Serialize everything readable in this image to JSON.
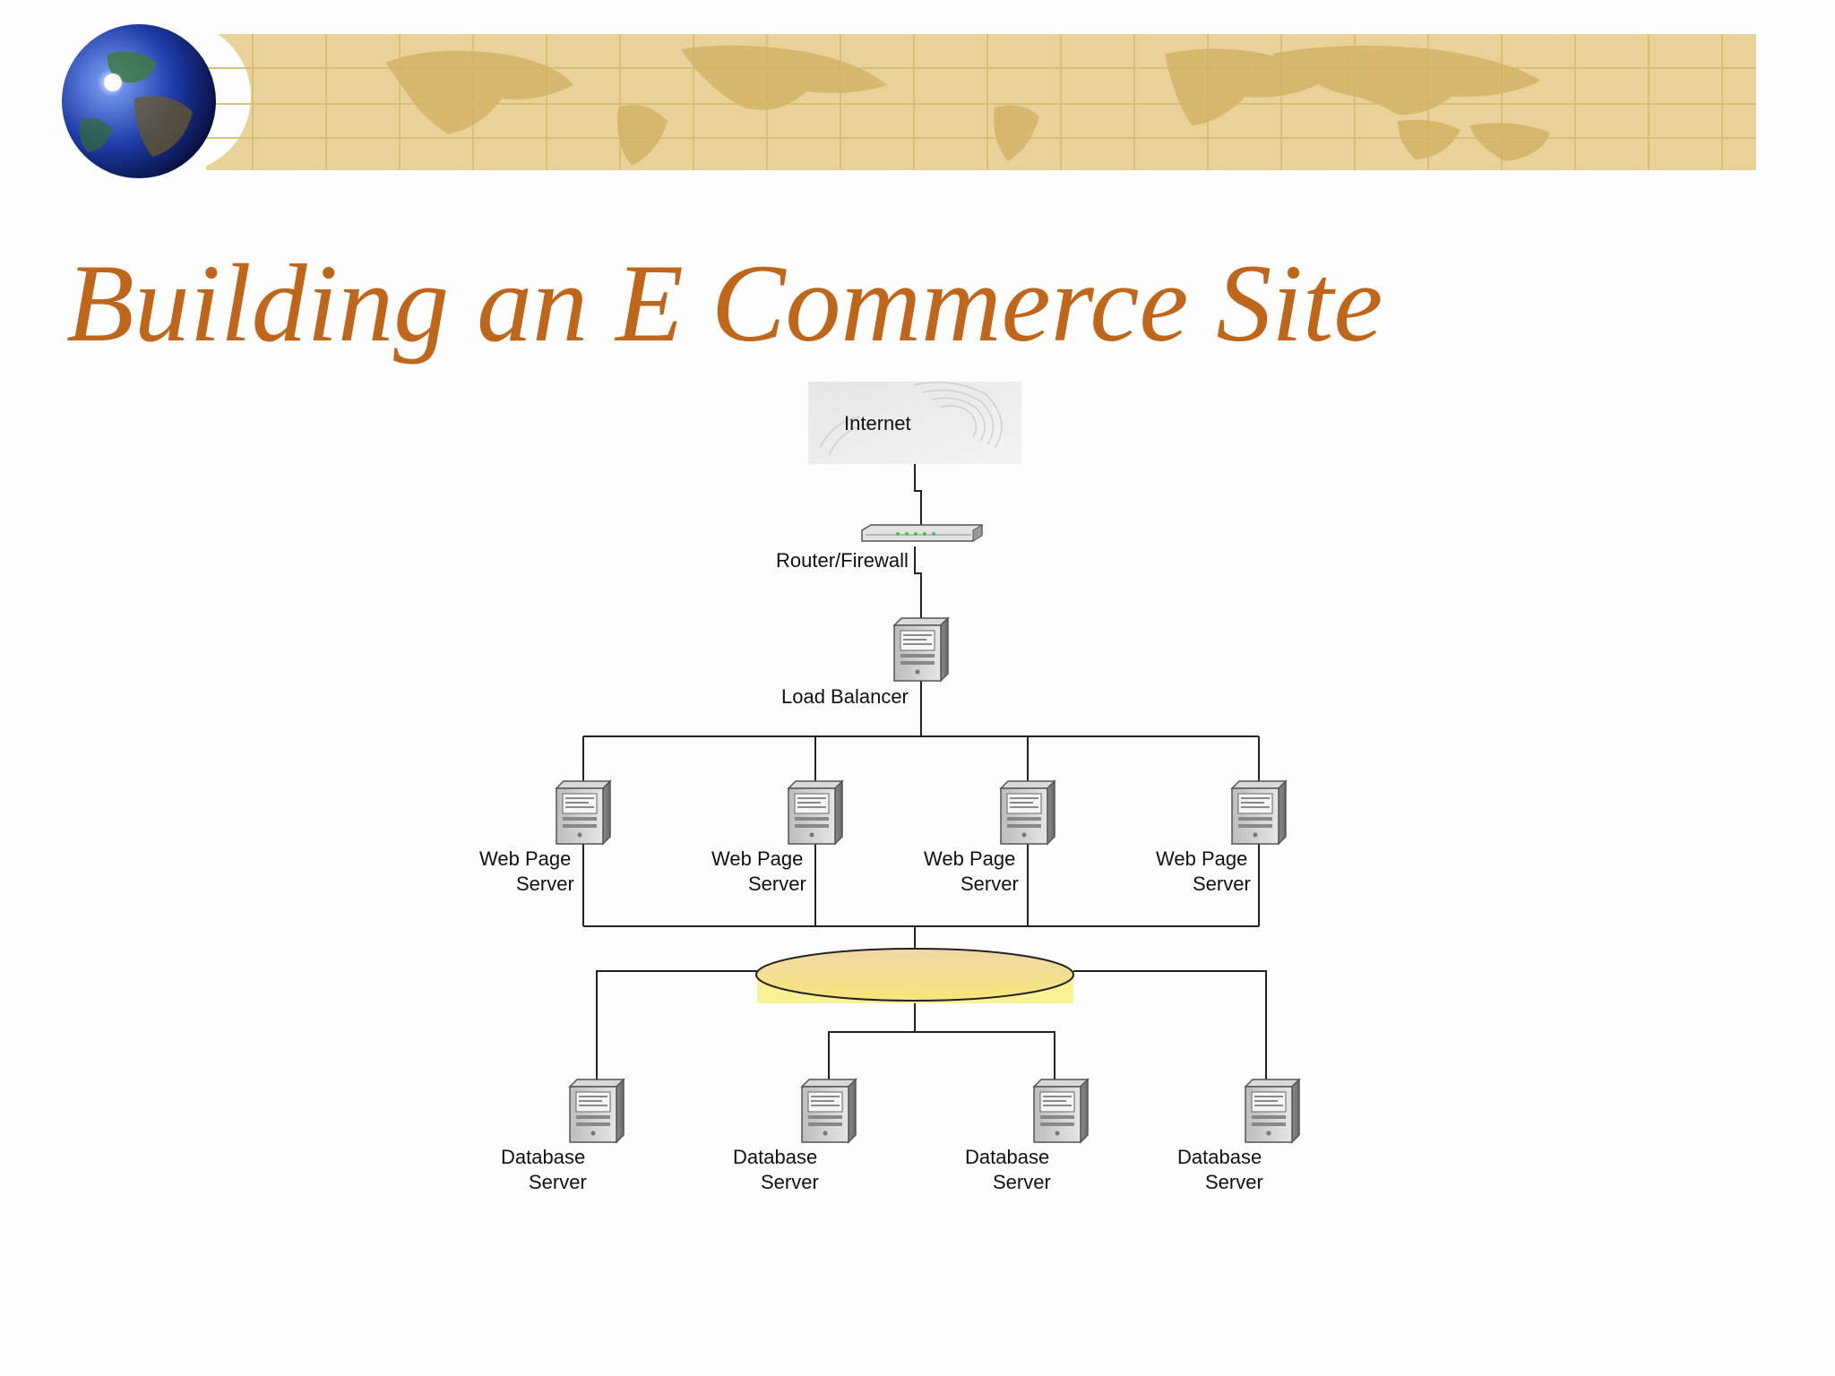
{
  "slide": {
    "title": "Building an E Commerce Site"
  },
  "colors": {
    "title": "#c0661a",
    "banner": "#e8d299",
    "ellipse": "#f2dc9a",
    "line": "#222222"
  },
  "diagram": {
    "internet_label": "Internet",
    "router_label": "Router/Firewall",
    "load_balancer_label": "Load Balancer",
    "web_servers": [
      {
        "line1": "Web Page",
        "line2": "Server"
      },
      {
        "line1": "Web Page",
        "line2": "Server"
      },
      {
        "line1": "Web Page",
        "line2": "Server"
      },
      {
        "line1": "Web Page",
        "line2": "Server"
      }
    ],
    "database_servers": [
      {
        "line1": "Database",
        "line2": "Server"
      },
      {
        "line1": "Database",
        "line2": "Server"
      },
      {
        "line1": "Database",
        "line2": "Server"
      },
      {
        "line1": "Database",
        "line2": "Server"
      }
    ]
  },
  "icons": {
    "globe": "globe-icon",
    "router": "router-icon",
    "server": "server-icon",
    "cloud": "cloud-icon",
    "switch": "network-switch-icon"
  }
}
